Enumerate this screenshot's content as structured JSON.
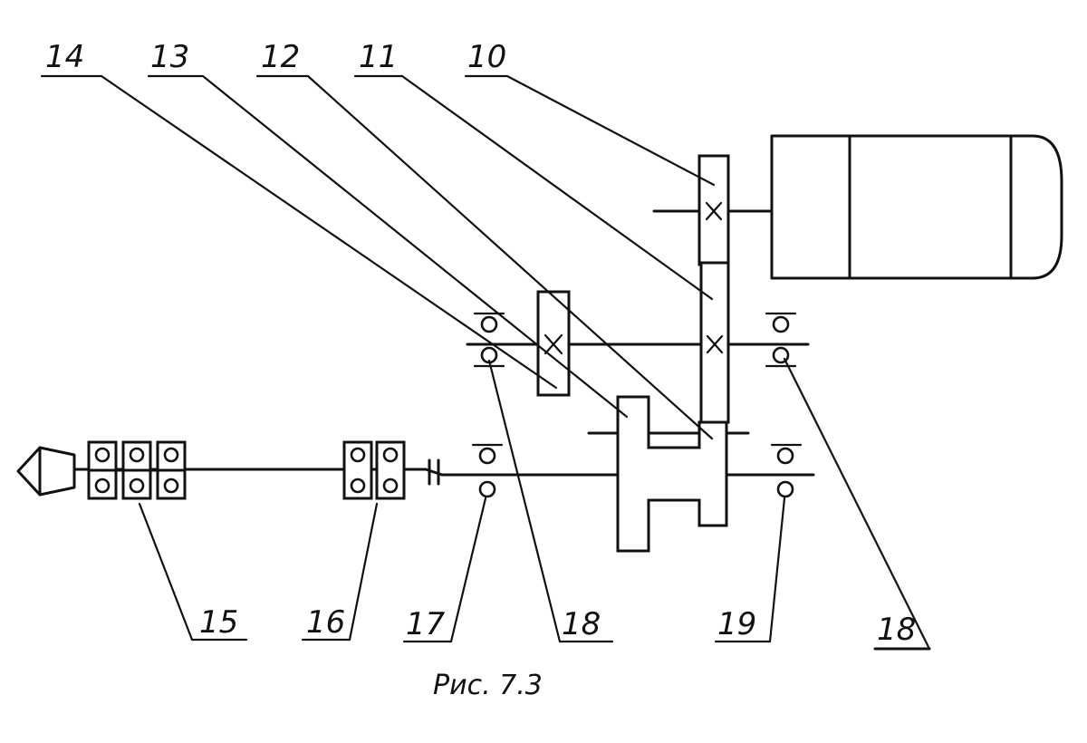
{
  "labels": {
    "l10": "10",
    "l11": "11",
    "l12": "12",
    "l13": "13",
    "l14": "14",
    "l15": "15",
    "l16": "16",
    "l17": "17",
    "l18a": "18",
    "l18b": "18",
    "l19": "19"
  },
  "caption": "Рис. 7.3"
}
